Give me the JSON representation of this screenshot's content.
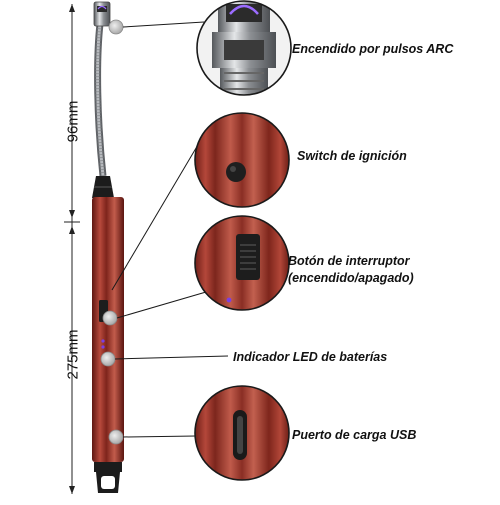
{
  "dimensions": {
    "top_length": "96mm",
    "bottom_length": "275mm"
  },
  "callouts": {
    "arc_ignition": "Encendido por pulsos ARC",
    "ignition_switch": "Switch de ignición",
    "power_button_line1": "Botón de interruptor",
    "power_button_line2": "(encendido/apagado)",
    "battery_led": "Indicador LED de baterías",
    "usb_port": "Puerto de carga USB"
  },
  "colors": {
    "body_red": "#8e2a22",
    "body_highlight": "#c65a4a",
    "neck_metal": "#8a8d92",
    "marker_grey": "#c9c9c9",
    "led_purple": "#7b3fe4"
  }
}
